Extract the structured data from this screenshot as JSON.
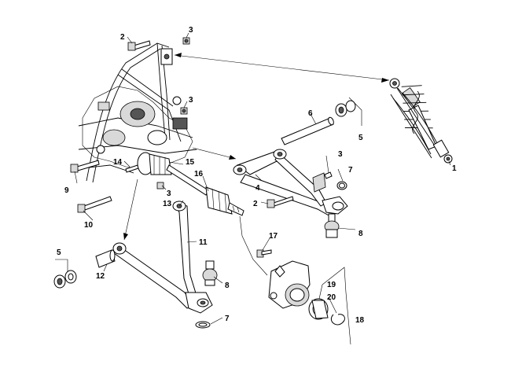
{
  "diagram": {
    "callouts": {
      "c1": "1",
      "c2a": "2",
      "c2b": "2",
      "c3a": "3",
      "c3b": "3",
      "c3c": "3",
      "c3d": "3",
      "c4": "4",
      "c5a": "5",
      "c5b": "5",
      "c6": "6",
      "c7a": "7",
      "c7b": "7",
      "c8a": "8",
      "c8b": "8",
      "c9": "9",
      "c10": "10",
      "c11": "11",
      "c12": "12",
      "c13": "13",
      "c14": "14",
      "c15": "15",
      "c16": "16",
      "c17": "17",
      "c18": "18",
      "c19": "19",
      "c20": "20"
    }
  }
}
